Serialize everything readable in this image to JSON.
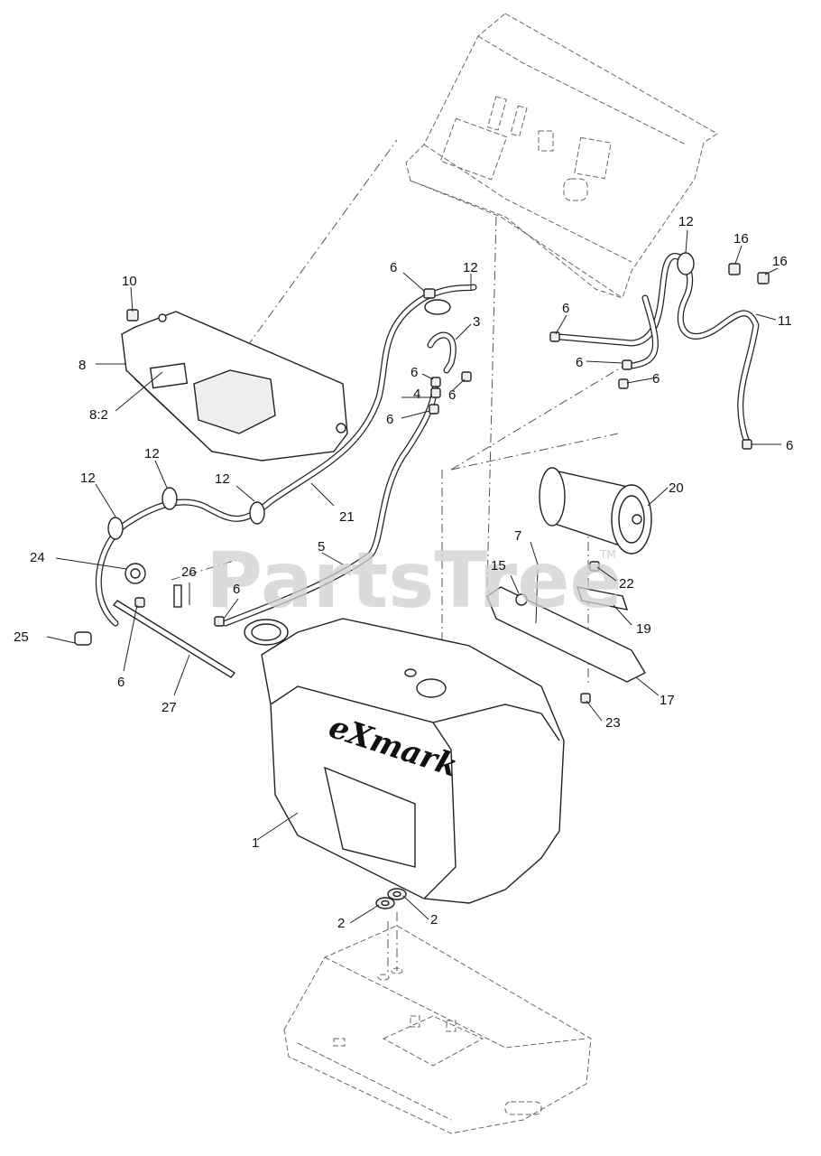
{
  "watermark": {
    "text": "PartsTree",
    "tm": "TM"
  },
  "brand_logo": "eXmark",
  "callouts": [
    {
      "id": "c-1",
      "label": "1"
    },
    {
      "id": "c-2a",
      "label": "2"
    },
    {
      "id": "c-2b",
      "label": "2"
    },
    {
      "id": "c-3",
      "label": "3"
    },
    {
      "id": "c-4",
      "label": "4"
    },
    {
      "id": "c-5",
      "label": "5"
    },
    {
      "id": "c-6a",
      "label": "6"
    },
    {
      "id": "c-6b",
      "label": "6"
    },
    {
      "id": "c-6c",
      "label": "6"
    },
    {
      "id": "c-6d",
      "label": "6"
    },
    {
      "id": "c-6e",
      "label": "6"
    },
    {
      "id": "c-6f",
      "label": "6"
    },
    {
      "id": "c-6g",
      "label": "6"
    },
    {
      "id": "c-6h",
      "label": "6"
    },
    {
      "id": "c-6i",
      "label": "6"
    },
    {
      "id": "c-6j",
      "label": "6"
    },
    {
      "id": "c-7",
      "label": "7"
    },
    {
      "id": "c-8",
      "label": "8"
    },
    {
      "id": "c-8-2",
      "label": "8:2"
    },
    {
      "id": "c-10",
      "label": "10"
    },
    {
      "id": "c-11",
      "label": "11"
    },
    {
      "id": "c-12a",
      "label": "12"
    },
    {
      "id": "c-12b",
      "label": "12"
    },
    {
      "id": "c-12c",
      "label": "12"
    },
    {
      "id": "c-12d",
      "label": "12"
    },
    {
      "id": "c-12e",
      "label": "12"
    },
    {
      "id": "c-15",
      "label": "15"
    },
    {
      "id": "c-16a",
      "label": "16"
    },
    {
      "id": "c-16b",
      "label": "16"
    },
    {
      "id": "c-17",
      "label": "17"
    },
    {
      "id": "c-19",
      "label": "19"
    },
    {
      "id": "c-20",
      "label": "20"
    },
    {
      "id": "c-21",
      "label": "21"
    },
    {
      "id": "c-22",
      "label": "22"
    },
    {
      "id": "c-23",
      "label": "23"
    },
    {
      "id": "c-24",
      "label": "24"
    },
    {
      "id": "c-25",
      "label": "25"
    },
    {
      "id": "c-26",
      "label": "26"
    },
    {
      "id": "c-27",
      "label": "27"
    }
  ]
}
